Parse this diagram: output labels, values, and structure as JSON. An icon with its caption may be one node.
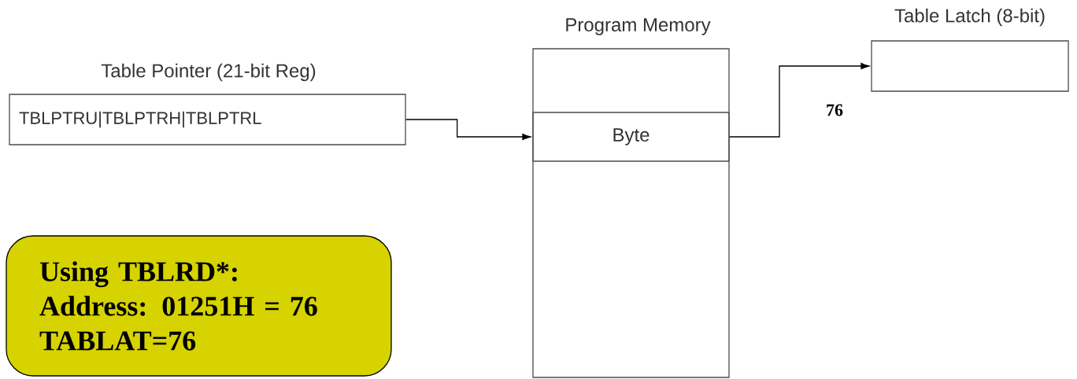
{
  "diagram": {
    "nodes": [
      {
        "text": [
          "Table Pointer (21-bit Reg)",
          "TBLPTRU|TBLPTRH|TBLPTRL"
        ]
      },
      {
        "text": [
          "Program Memory"
        ]
      },
      {
        "text": [
          "Byte"
        ],
        "in": 1
      },
      {
        "text": [
          "Table Latch (8-bit)"
        ]
      },
      {
        "text": [
          "Using TBLRD*: Address: 01251H = 76 TABLAT=76"
        ]
      }
    ],
    "edges": [
      {
        "from": 0,
        "to": 2,
        "arrow": "to"
      },
      {
        "from": 2,
        "to": 3,
        "arrow": "to",
        "label": "76"
      }
    ]
  }
}
